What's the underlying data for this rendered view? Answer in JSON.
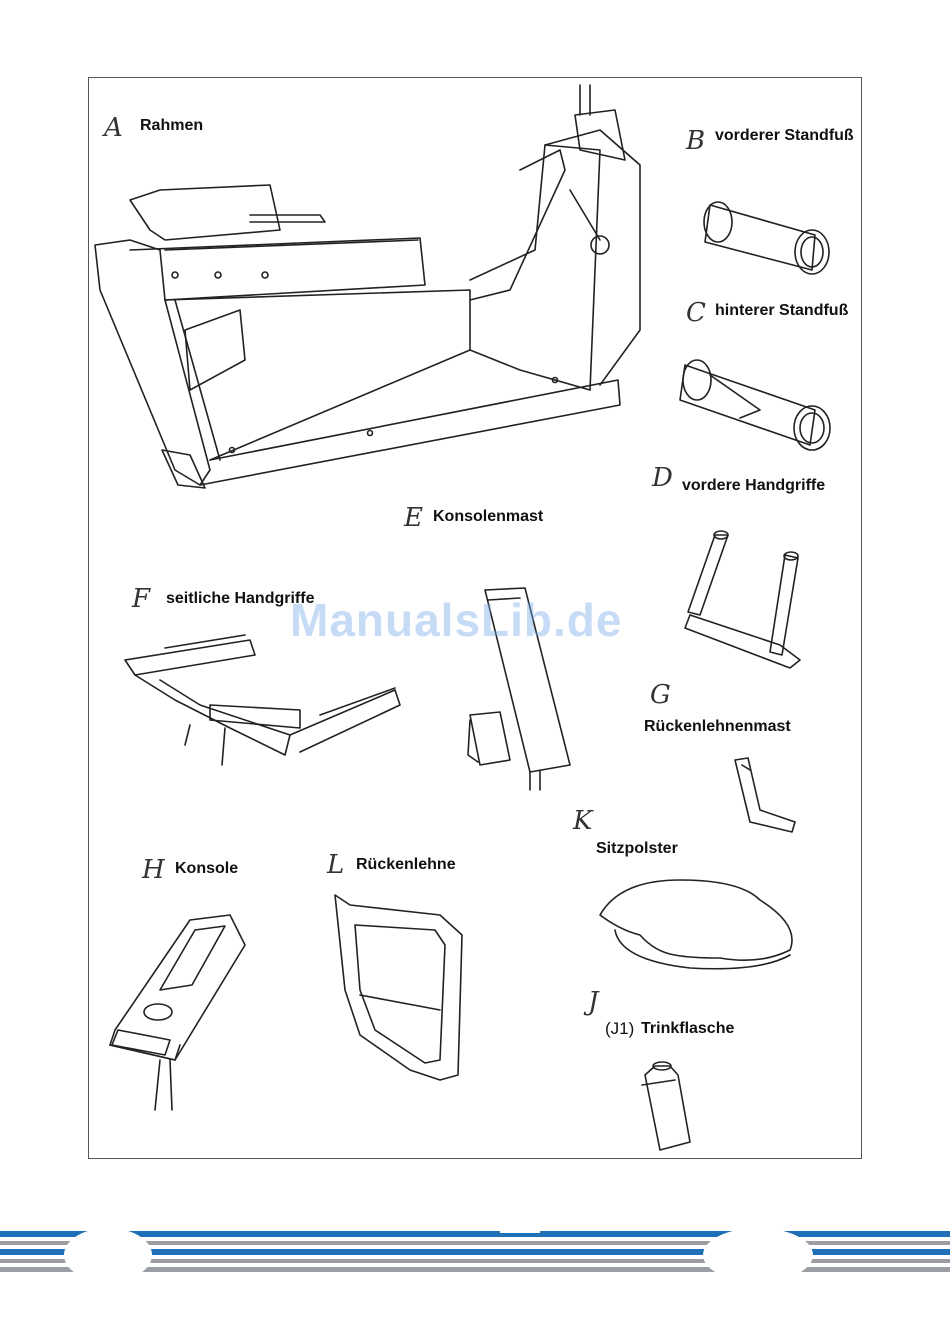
{
  "watermark": "ManualsLib.de",
  "parts": {
    "A": {
      "letter": "A",
      "label": "Rahmen"
    },
    "B": {
      "letter": "B",
      "label": "vorderer Standfuß"
    },
    "C": {
      "letter": "C",
      "label": "hinterer Standfuß"
    },
    "D": {
      "letter": "D",
      "label": "vordere Handgriffe"
    },
    "E": {
      "letter": "E",
      "label": "Konsolenmast"
    },
    "F": {
      "letter": "F",
      "label": "seitliche Handgriffe"
    },
    "G": {
      "letter": "G",
      "label": "Rückenlehnenmast"
    },
    "H": {
      "letter": "H",
      "label": "Konsole"
    },
    "L": {
      "letter": "L",
      "label": "Rückenlehne"
    },
    "K": {
      "letter": "K",
      "label": "Sitzpolster"
    },
    "J": {
      "letter": "J",
      "sub": "(J1)",
      "label": "Trinkflasche"
    }
  },
  "colors": {
    "stripe_blue": "#1f6fb8",
    "stripe_gray": "#9a9ea3",
    "line": "#222222"
  }
}
